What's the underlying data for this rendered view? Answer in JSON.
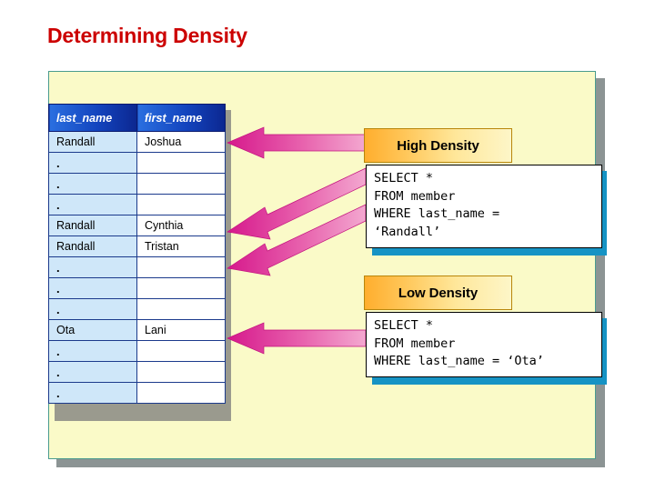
{
  "slide": {
    "title": "Determining Density",
    "title_color": "#CC0000",
    "panel_bg": "#FAFAC8",
    "panel_border": "#4A9B8E"
  },
  "table": {
    "headers": [
      "last_name",
      "first_name"
    ],
    "header_gradient_from": "#2A6FE0",
    "header_gradient_to": "#0C2790",
    "col1_bg": "#CFE7F9",
    "col2_bg": "#FFFFFF",
    "rows": [
      {
        "last_name": "Randall",
        "first_name": "Joshua"
      },
      {
        "last_name": ".",
        "first_name": ""
      },
      {
        "last_name": ".",
        "first_name": ""
      },
      {
        "last_name": ".",
        "first_name": ""
      },
      {
        "last_name": "Randall",
        "first_name": "Cynthia"
      },
      {
        "last_name": "Randall",
        "first_name": "Tristan"
      },
      {
        "last_name": ".",
        "first_name": ""
      },
      {
        "last_name": ".",
        "first_name": ""
      },
      {
        "last_name": ".",
        "first_name": ""
      },
      {
        "last_name": "Ota",
        "first_name": "Lani"
      },
      {
        "last_name": ".",
        "first_name": ""
      },
      {
        "last_name": ".",
        "first_name": ""
      },
      {
        "last_name": ".",
        "first_name": ""
      }
    ]
  },
  "callouts": {
    "high": {
      "label": "High Density",
      "sql_lines": [
        "SELECT *",
        "FROM member",
        "WHERE last_name =",
        "‘Randall’"
      ]
    },
    "low": {
      "label": "Low Density",
      "sql_lines": [
        "SELECT *",
        "FROM member",
        "WHERE last_name = ‘Ota’"
      ]
    }
  },
  "arrows": {
    "color_head": "#D6198C",
    "color_tail": "#F3A8D0",
    "count": 4,
    "direction": "left"
  }
}
